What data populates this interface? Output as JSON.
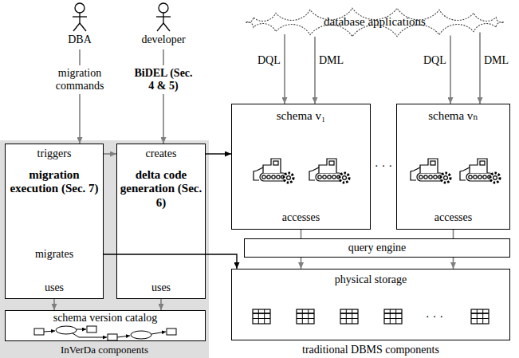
{
  "diagram": {
    "nodes": [
      {
        "text": [
          "database applications"
        ]
      },
      {
        "text": [
          "DBA"
        ]
      },
      {
        "text": [
          "developer"
        ]
      },
      {
        "text": [
          "InVerDa components"
        ]
      },
      {
        "text": [
          "triggers",
          "migration execution (Sec. 7)",
          "migrates",
          "uses"
        ],
        "in": 3
      },
      {
        "text": [
          "creates",
          "delta code generation (Sec. 6)",
          "uses"
        ],
        "in": 3
      },
      {
        "text": [
          "schema version catalog"
        ],
        "in": 3
      },
      {
        "text": [
          "schema v₁",
          "accesses"
        ]
      },
      {
        "text": [
          "schema vₙ",
          "accesses"
        ]
      },
      {
        "text": [
          "query engine"
        ]
      },
      {
        "text": [
          "physical storage"
        ]
      }
    ],
    "edges": [
      {
        "from": 1,
        "to": 4,
        "arrow": "to",
        "label": "migration commands"
      },
      {
        "from": 2,
        "to": 5,
        "arrow": "to",
        "label": "BiDEL (Sec. 4 & 5)"
      },
      {
        "from": 4,
        "to": 5,
        "arrow": "to"
      },
      {
        "from": 5,
        "to": 7,
        "arrow": "to"
      },
      {
        "from": 4,
        "to": 10,
        "arrow": "to"
      },
      {
        "from": 4,
        "to": 6,
        "arrow": "to"
      },
      {
        "from": 5,
        "to": 6,
        "arrow": "to"
      },
      {
        "from": 0,
        "to": 7,
        "arrow": "to",
        "label": "DQL"
      },
      {
        "from": 0,
        "to": 7,
        "arrow": "to",
        "label": "DML"
      },
      {
        "from": 0,
        "to": 8,
        "arrow": "to",
        "label": "DQL"
      },
      {
        "from": 0,
        "to": 8,
        "arrow": "to",
        "label": "DML"
      },
      {
        "from": 7,
        "to": 9,
        "arrow": "none"
      },
      {
        "from": 9,
        "to": 10,
        "arrow": "to"
      },
      {
        "from": 8,
        "to": 9,
        "arrow": "none"
      },
      {
        "from": 9,
        "to": 10,
        "arrow": "to"
      }
    ],
    "labels": [
      "· · ·",
      "· · ·",
      "traditional DBMS components"
    ]
  }
}
